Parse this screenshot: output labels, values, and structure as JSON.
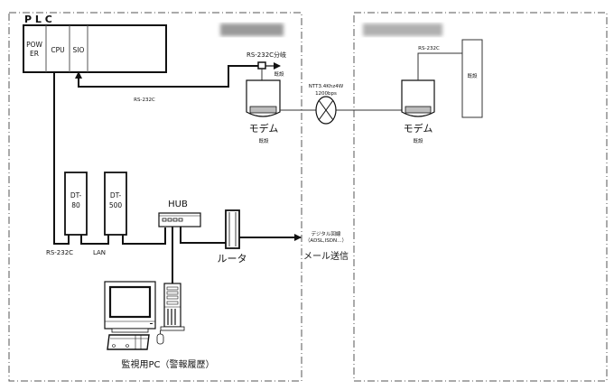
{
  "left_site": {
    "name_redacted": true,
    "plc": {
      "title": "P L C",
      "modules": [
        {
          "line1": "POW",
          "line2": "ER"
        },
        {
          "line1": "CPU",
          "line2": ""
        },
        {
          "line1": "SIO",
          "line2": ""
        }
      ]
    },
    "rs232c_branch_label": "RS-232C分岐",
    "branch_existing_label": "既設",
    "plc_link_label": "RS-232C",
    "modem": {
      "label": "モデム",
      "sub": "既設"
    },
    "dt80": {
      "line1": "DT-",
      "line2": "80"
    },
    "dt500": {
      "line1": "DT-",
      "line2": "500"
    },
    "hub_label": "HUB",
    "router_label": "ルータ",
    "rs232c_bottom_label": "RS-232C",
    "lan_label": "LAN",
    "pc_label": "監視用PC（警報履歴）"
  },
  "line": {
    "label1": "NTT3.4Khz4W",
    "label2": "1200bps"
  },
  "digital": {
    "label1": "デジタル回線",
    "label2": "（ADSL,ISDN…）",
    "mail_label": "メール送信"
  },
  "right_site": {
    "name_redacted": true,
    "rs232c_label": "RS-232C",
    "existing_device_label": "既設",
    "modem": {
      "label": "モデム",
      "sub": "既設"
    }
  },
  "colors": {
    "line": "#111111",
    "boundary": "#555555",
    "modem_tray": "#bdbdbd"
  }
}
